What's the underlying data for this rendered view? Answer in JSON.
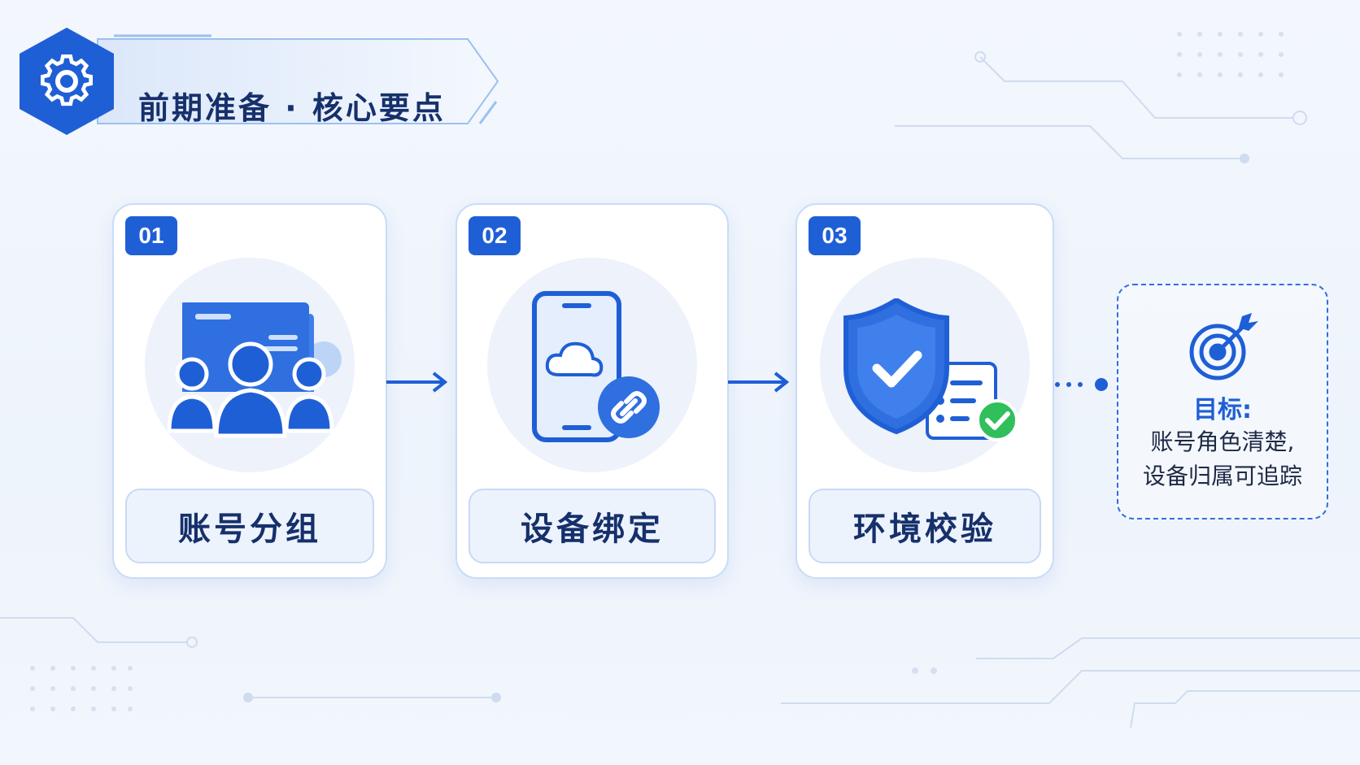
{
  "header": {
    "title": "前期准备 · 核心要点",
    "icon": "gear-icon"
  },
  "colors": {
    "primary": "#1f5fd6",
    "dark_text": "#16306b",
    "card_border": "#c9dcf7",
    "success": "#2fbf5b"
  },
  "steps": [
    {
      "number": "01",
      "label": "账号分组",
      "icon": "account-group-icon"
    },
    {
      "number": "02",
      "label": "设备绑定",
      "icon": "device-link-icon"
    },
    {
      "number": "03",
      "label": "环境校验",
      "icon": "shield-check-icon"
    }
  ],
  "goal": {
    "title": "目标:",
    "lines": [
      "账号角色清楚,",
      "设备归属可追踪"
    ],
    "icon": "target-icon"
  }
}
